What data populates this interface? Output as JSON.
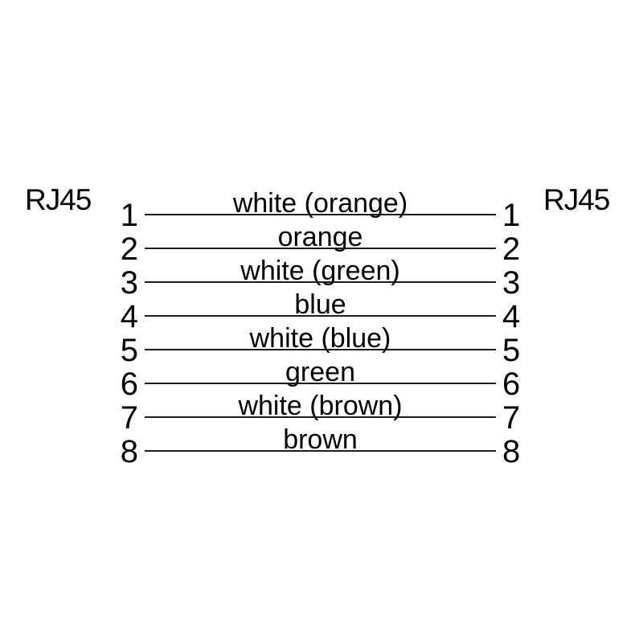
{
  "diagram": {
    "connector_left": "RJ45",
    "connector_right": "RJ45",
    "wires": [
      {
        "pin_left": "1",
        "label": "white (orange)",
        "pin_right": "1"
      },
      {
        "pin_left": "2",
        "label": "orange",
        "pin_right": "2"
      },
      {
        "pin_left": "3",
        "label": "white (green)",
        "pin_right": "3"
      },
      {
        "pin_left": "4",
        "label": "blue",
        "pin_right": "4"
      },
      {
        "pin_left": "5",
        "label": "white (blue)",
        "pin_right": "5"
      },
      {
        "pin_left": "6",
        "label": "green",
        "pin_right": "6"
      },
      {
        "pin_left": "7",
        "label": "white (brown)",
        "pin_right": "7"
      },
      {
        "pin_left": "8",
        "label": "brown",
        "pin_right": "8"
      }
    ],
    "colors": {
      "background": "#ffffff",
      "text": "#000000",
      "wire_line": "#1c1c1c"
    }
  }
}
